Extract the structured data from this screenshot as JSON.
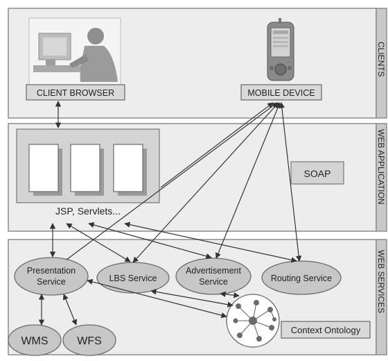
{
  "tiers": {
    "clients": "CLIENTS",
    "web_application": "WEB APPLICATION",
    "web_services": "WEB SERVICES"
  },
  "clients": {
    "browser": "CLIENT BROWSER",
    "mobile": "MOBILE DEVICE"
  },
  "web_application": {
    "server_label": "JSP, Servlets...",
    "soap": "SOAP"
  },
  "services": {
    "presentation_line1": "Presentation",
    "presentation_line2": "Service",
    "lbs": "LBS Service",
    "advertisement_line1": "Advertisement",
    "advertisement_line2": "Service",
    "routing": "Routing Service",
    "wms": "WMS",
    "wfs": "WFS",
    "context_ontology": "Context Ontology"
  },
  "icons": {
    "user_at_computer": "user-at-computer-icon",
    "pda": "pda-icon",
    "document_page": "document-page-icon",
    "ontology_graph": "ontology-graph-icon"
  }
}
